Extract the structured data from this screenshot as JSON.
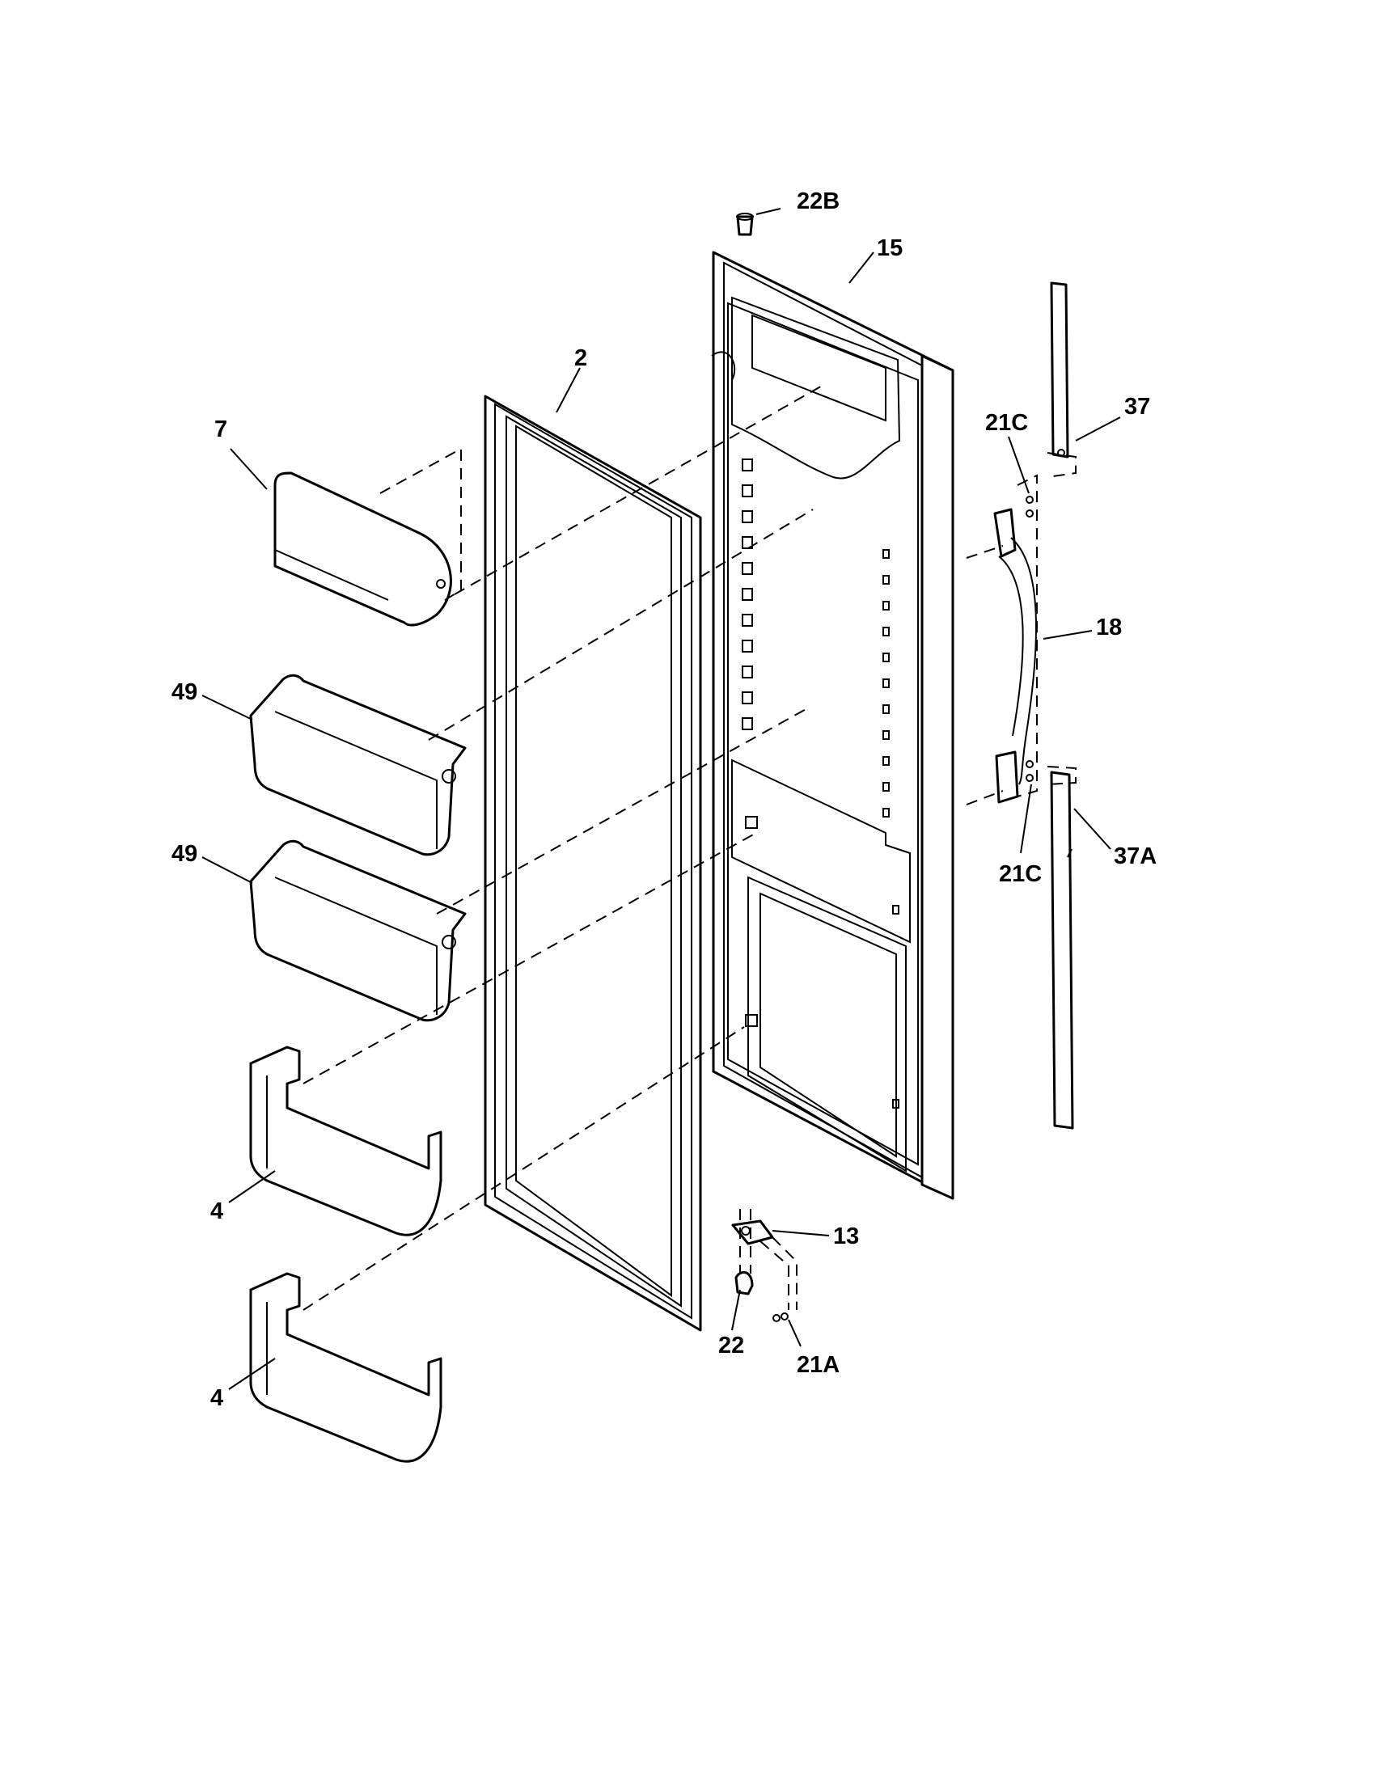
{
  "diagram": {
    "type": "exploded parts diagram",
    "callouts": {
      "c22B": "22B",
      "c15": "15",
      "c2": "2",
      "c7": "7",
      "c37": "37",
      "c21C_top": "21C",
      "c18": "18",
      "c49_a": "49",
      "c49_b": "49",
      "c37A": "37A",
      "c21C_bottom": "21C",
      "c4_a": "4",
      "c13": "13",
      "c22": "22",
      "c21A": "21A",
      "c4_b": "4"
    },
    "line_color": "#000000",
    "background": "#ffffff"
  }
}
